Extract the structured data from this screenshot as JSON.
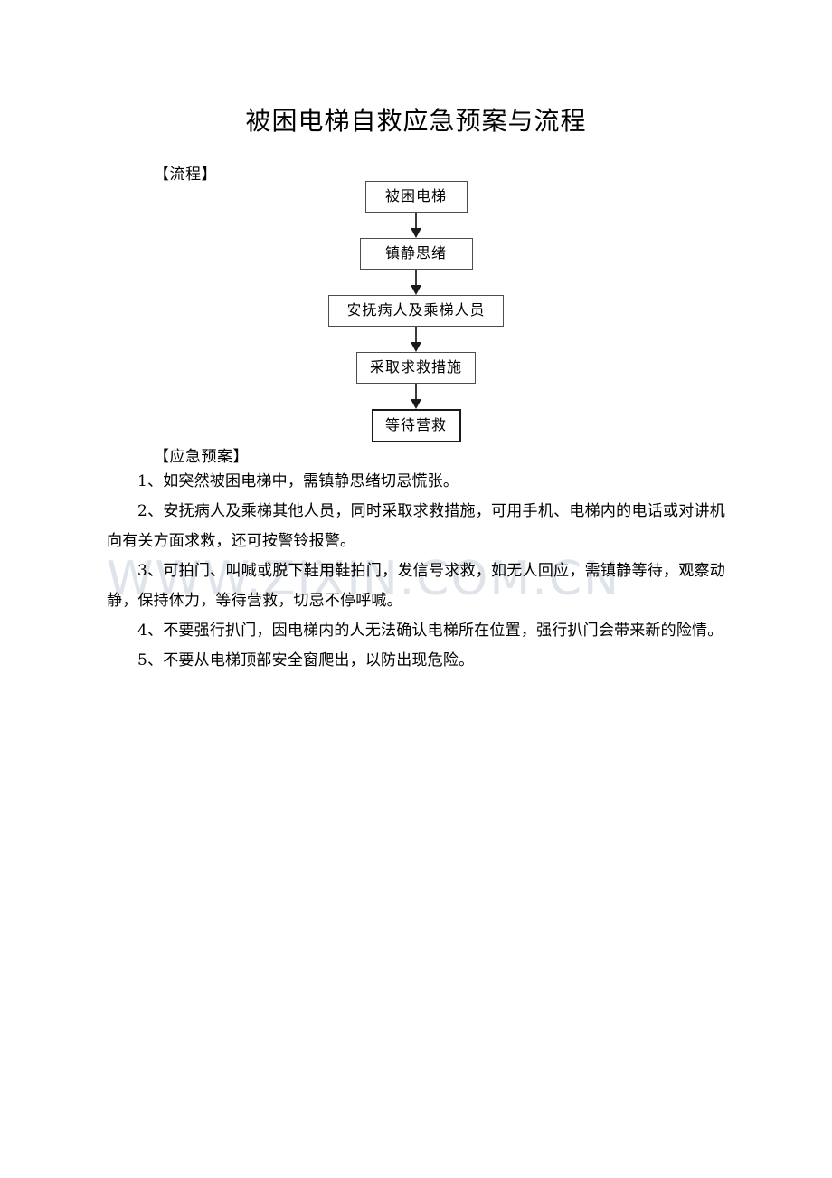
{
  "document": {
    "title": "被困电梯自救应急预案与流程",
    "watermark": "WWW.ZIXIN.COM.CN"
  },
  "sections": {
    "flow_heading": "【流程】",
    "plan_heading": "【应急预案】"
  },
  "flowchart": {
    "nodes": [
      {
        "label": "被困电梯",
        "width_class": "box-w-small"
      },
      {
        "label": "镇静思绪",
        "width_class": "box-w-medium"
      },
      {
        "label": "安抚病人及乘梯人员",
        "width_class": "box-w-widest"
      },
      {
        "label": "采取求救措施",
        "width_class": "box-w-wide"
      },
      {
        "label": "等待营救",
        "width_class": "box-w-last"
      }
    ],
    "connector_count": 4
  },
  "plan_items": [
    "1、如突然被困电梯中，需镇静思绪切忌慌张。",
    "2、安抚病人及乘梯其他人员，同时采取求救措施，可用手机、电梯内的电话或对讲机向有关方面求救，还可按警铃报警。",
    "3、可拍门、叫喊或脱下鞋用鞋拍门，发信号求救，如无人回应，需镇静等待，观察动静，保持体力，等待营救，切忌不停呼喊。",
    "4、不要强行扒门，因电梯内的人无法确认电梯所在位置，强行扒门会带来新的险情。",
    "5、不要从电梯顶部安全窗爬出，以防出现危险。"
  ]
}
